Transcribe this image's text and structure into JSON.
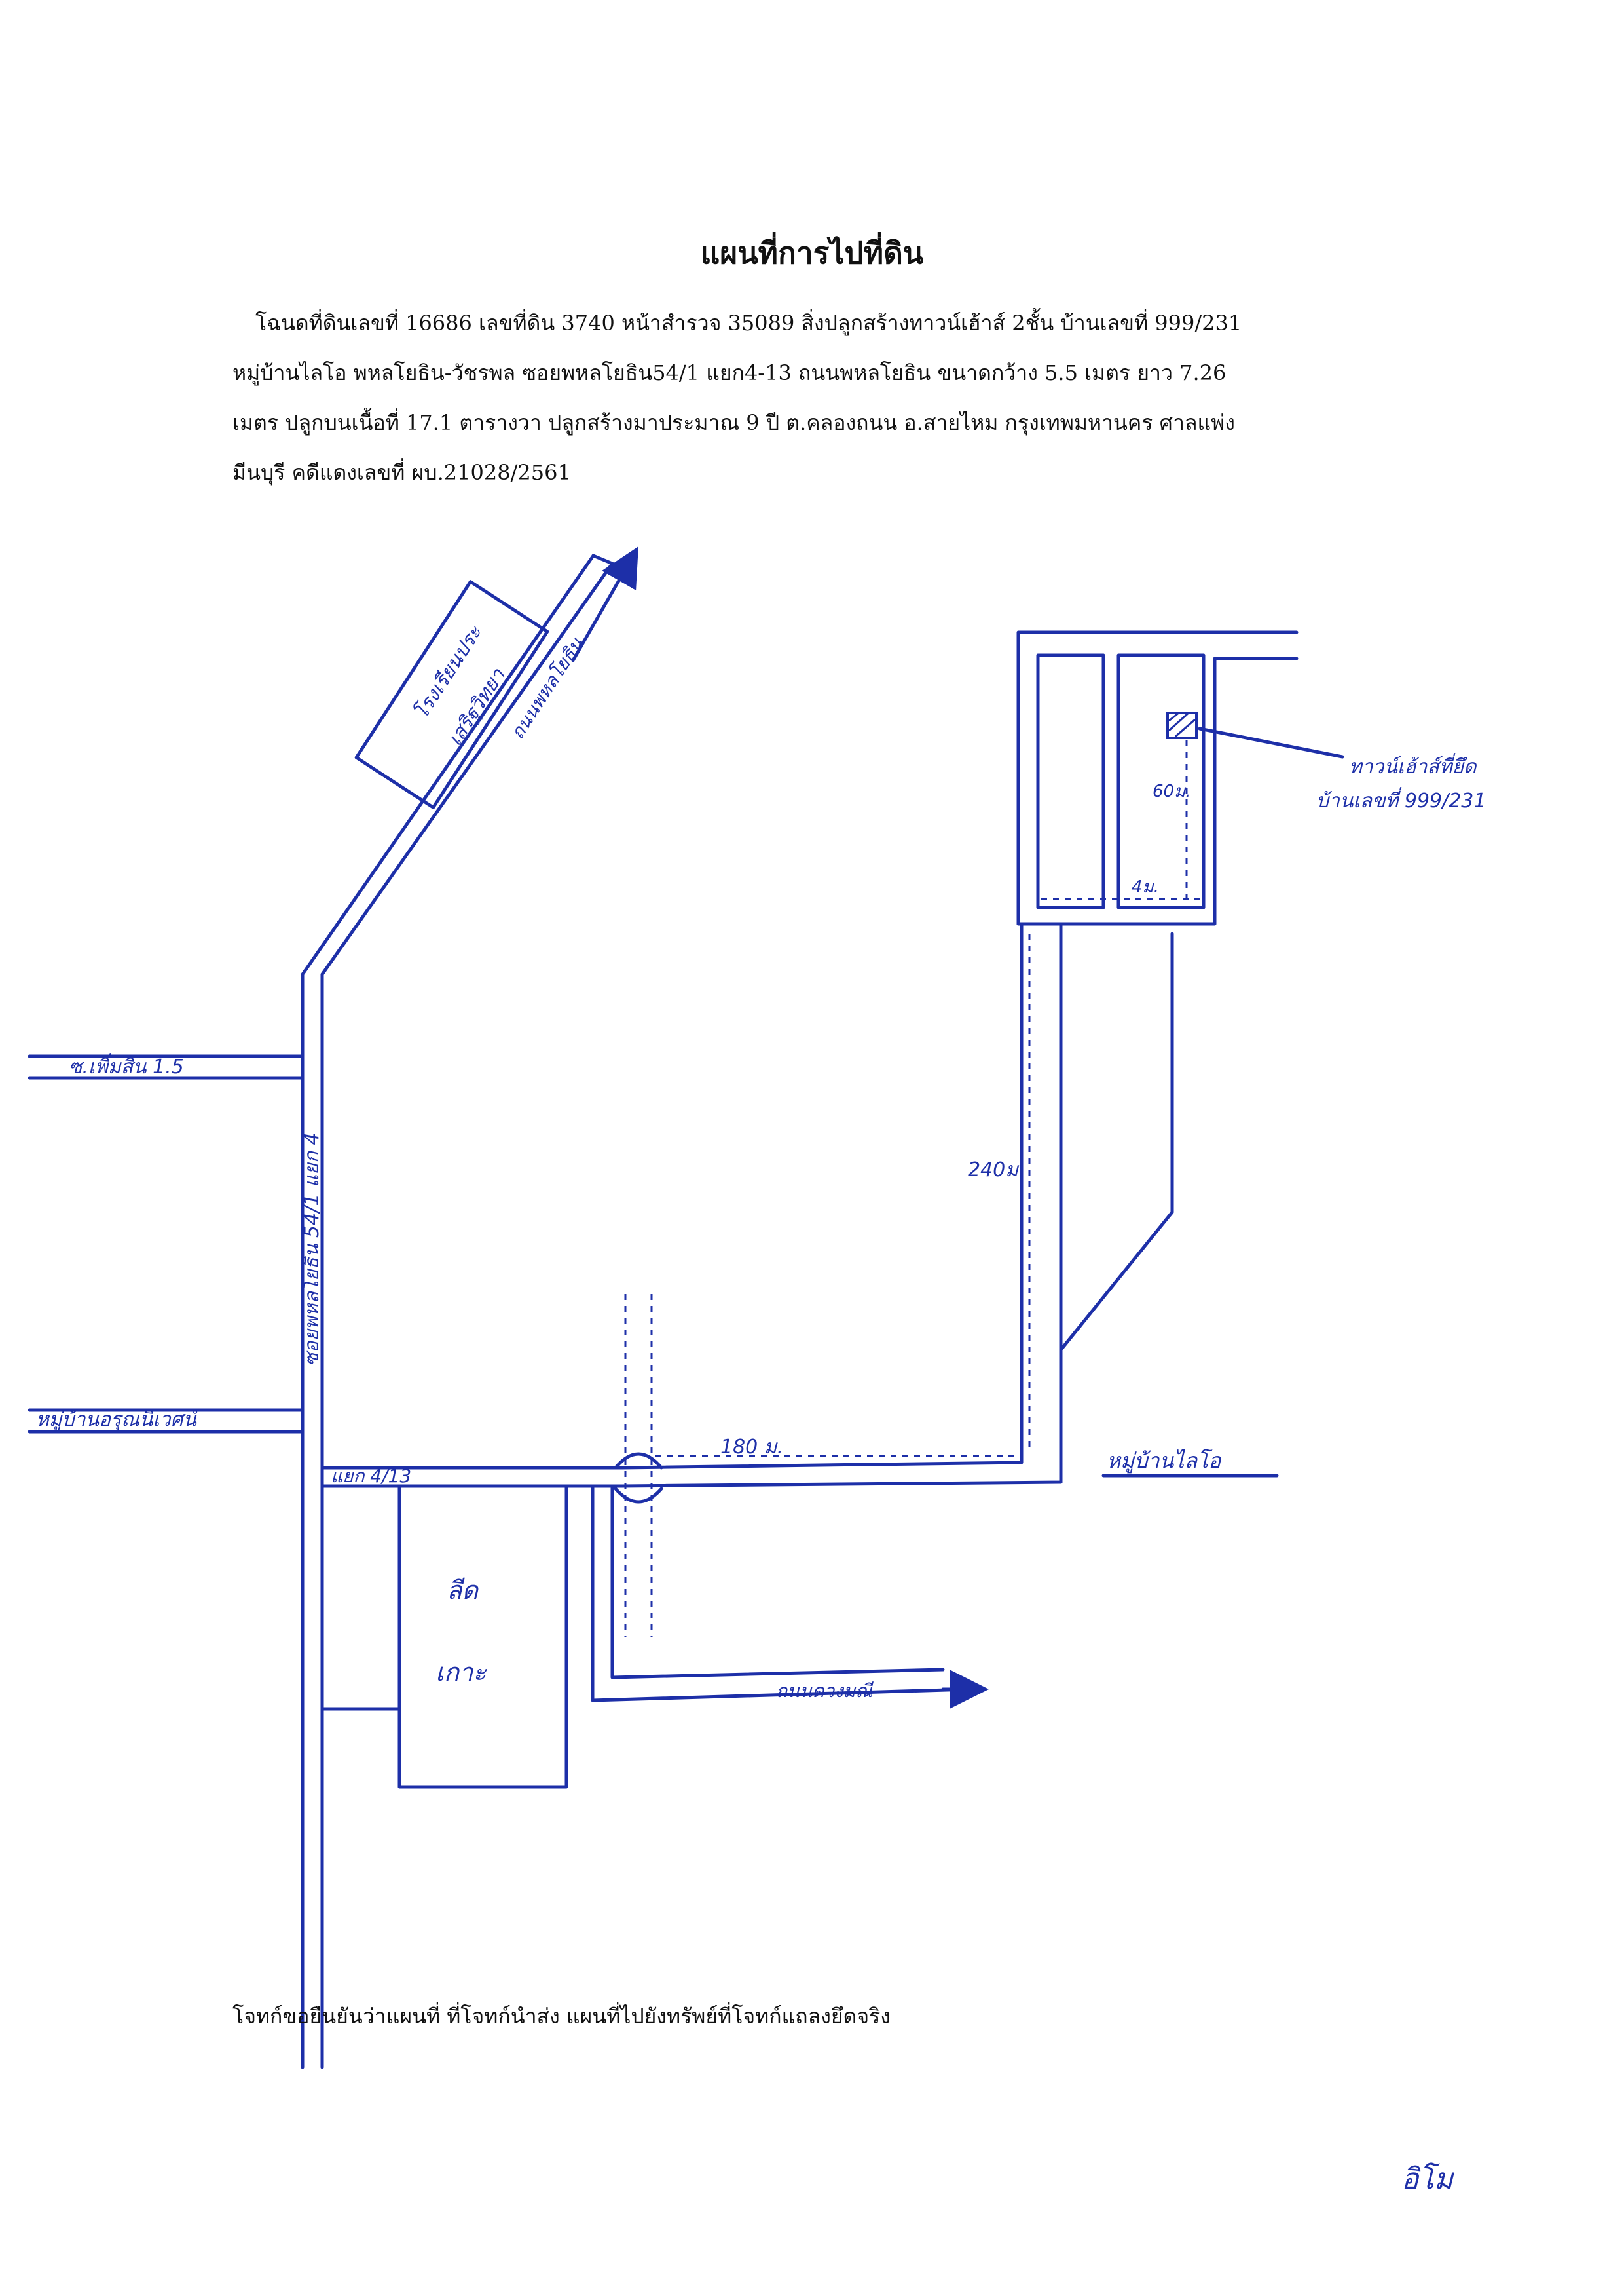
{
  "document": {
    "title": "แผนที่การไปที่ดิน",
    "paragraph_lines": [
      "โฉนดที่ดินเลขที่ 16686 เลขที่ดิน 3740 หน้าสำรวจ 35089 สิ่งปลูกสร้างทาวน์เฮ้าส์ 2ชั้น บ้านเลขที่ 999/231",
      "หมู่บ้านไลโอ พหลโยธิน-วัชรพล ซอยพหลโยธิน54/1 แยก4-13  ถนนพหลโยธิน ขนาดกว้าง 5.5 เมตร ยาว 7.26",
      "เมตร ปลูกบนเนื้อที่ 17.1 ตารางวา ปลูกสร้างมาประมาณ 9 ปี ต.คลองถนน อ.สายไหม กรุงเทพมหานคร  ศาลแพ่ง",
      "มีนบุรี  คดีแดงเลขที่ ผบ.21028/2561"
    ],
    "footer": "โจทก์ขอยืนยันว่าแผนที่ ที่โจทก์นำส่ง แผนที่ไปยังทรัพย์ที่โจทก์แถลงยึดจริง"
  },
  "map": {
    "labels": {
      "school_line1": "โรงเรียนประ",
      "school_line2": "เสริฐวิทยา",
      "main_road": "ถนนพหลโยธิน",
      "soi_left": "ซ.เพิ่มสิน 1.5",
      "soi_main": "ซอยพหลโยธิน 54/1 แยก 4",
      "village_left": "หมู่บ้านอรุณนิเวศน์",
      "junction": "แยก 4/13",
      "island_line1": "ลีด",
      "island_line2": "เกาะ",
      "distance_240": "240ม.",
      "distance_180": "180 ม.",
      "distance_60": "60ม.",
      "distance_4": "4ม.",
      "village_right": "หมู่บ้านไลโอ",
      "target_line1": "ทาวน์เฮ้าส์ที่ยึด",
      "target_line2": "บ้านเลขที่ 999/231",
      "road_bottom": "ถนนดวงมณี",
      "signature": "อิโม"
    },
    "colors": {
      "ink": "#1d2fa8"
    }
  }
}
